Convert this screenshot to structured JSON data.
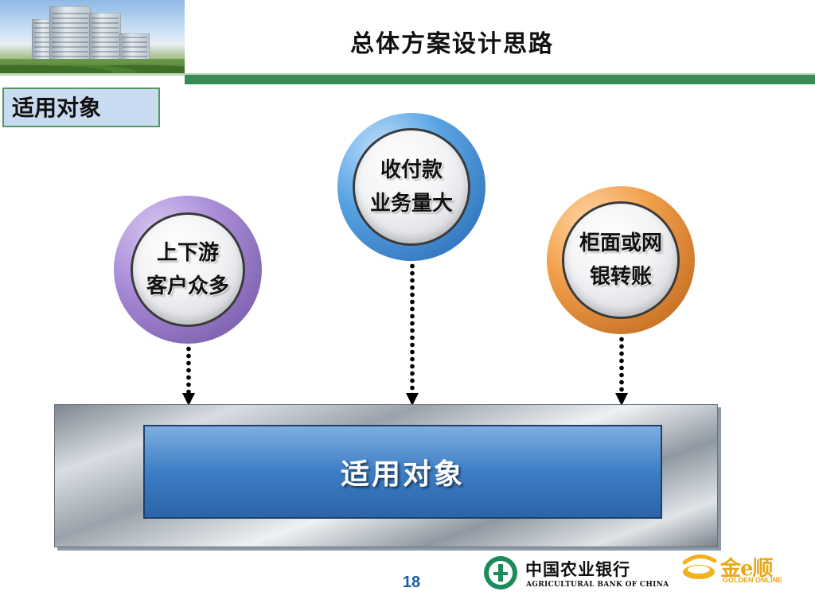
{
  "header": {
    "title": "总体方案设计思路"
  },
  "section": {
    "label": "适用对象"
  },
  "circles": {
    "left": {
      "line1": "上下游",
      "line2": "客户众多"
    },
    "middle": {
      "line1": "收付款",
      "line2": "业务量大"
    },
    "right": {
      "line1": "柜面或网",
      "line2": "银转账"
    }
  },
  "panel": {
    "label": "适用对象"
  },
  "footer": {
    "page_number": "18",
    "bank_name_cn": "中国农业银行",
    "bank_name_en": "AGRICULTURAL BANK OF CHINA",
    "brand_cn": "金e顺",
    "brand_en": "GOLDEN ONLINE"
  },
  "colors": {
    "header_bar": "#3a8a55",
    "left_circle": "#8b6cc4",
    "middle_circle": "#3a86d0",
    "right_circle": "#e8892e",
    "panel_inner": "#3d7ec6"
  }
}
